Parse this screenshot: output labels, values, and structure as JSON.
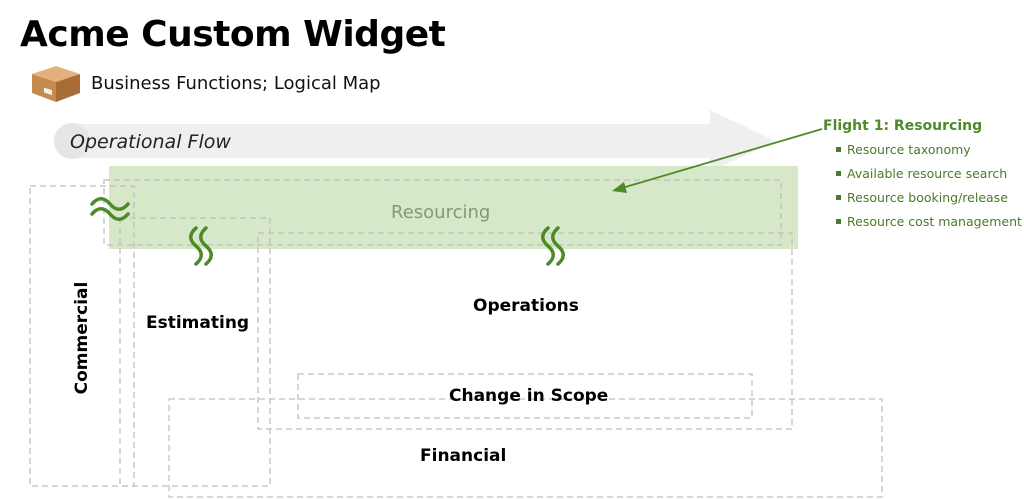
{
  "header": {
    "title": "Acme Custom Widget",
    "subtitle": "Business Functions;  Logical Map",
    "icon": "package-box-icon"
  },
  "diagram": {
    "flow_label": "Operational Flow",
    "boxes": {
      "resourcing": "Resourcing",
      "commercial": "Commercial",
      "estimating": "Estimating",
      "operations": "Operations",
      "change_in_scope": "Change in Scope",
      "financial": "Financial"
    },
    "connector_icon": "wavy-link-icon"
  },
  "callout": {
    "title": "Flight 1: Resourcing",
    "items": [
      "Resource taxonomy",
      "Available resource search",
      "Resource booking/release",
      "Resource cost management"
    ]
  },
  "colors": {
    "highlight_fill": "#d6e8c8",
    "accent_green": "#4f8a2a",
    "dashed_border": "#bfbfbf",
    "flow_arrow": "#efefef"
  }
}
